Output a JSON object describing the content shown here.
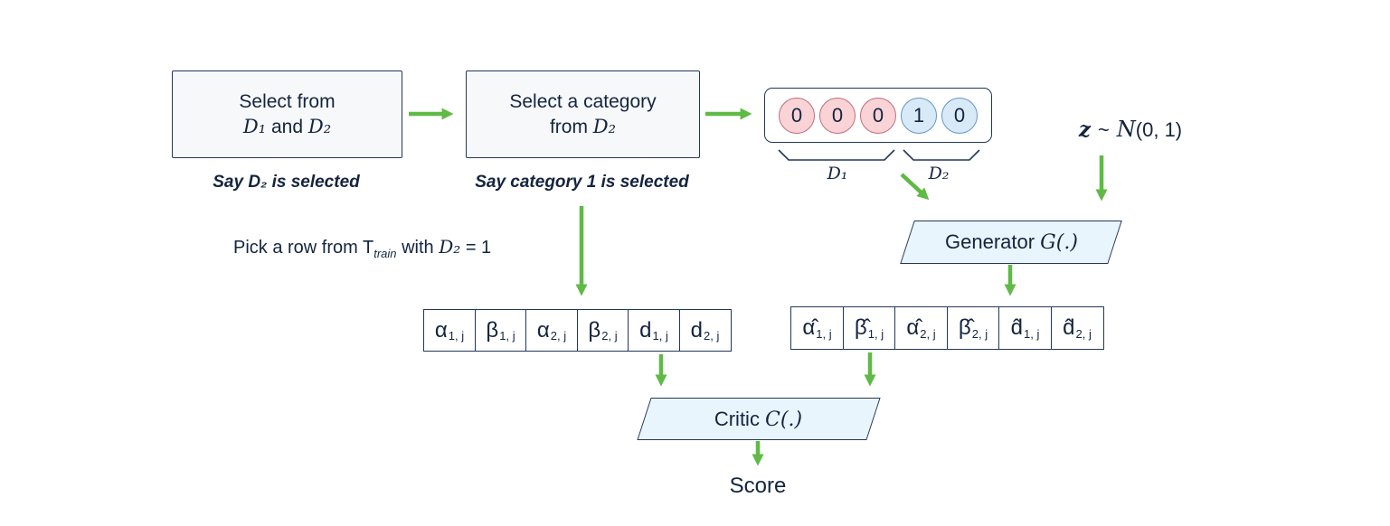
{
  "colors": {
    "arrow_green": "#5fba46",
    "outline_navy": "#23365c",
    "text_navy": "#14243f",
    "box_fill": "#f7f8f9",
    "pink_fill": "#f9d3d6",
    "pink_border": "#c06d7b",
    "blue_fill": "#d8eaf8",
    "blue_border": "#6496c4",
    "parallelogram_fill": "#e9f5fc"
  },
  "box_select_dataset": {
    "line1": "Select from",
    "line2_d1": "D₁",
    "line2_mid": " and ",
    "line2_d2": "D₂",
    "caption": "Say D₂ is selected"
  },
  "box_select_category": {
    "line1": "Select a category",
    "line2_pre": "from ",
    "line2_d2": "D₂",
    "caption": "Say category 1 is selected"
  },
  "cond_vector": {
    "cells": [
      {
        "value": "0",
        "group": "pink"
      },
      {
        "value": "0",
        "group": "pink"
      },
      {
        "value": "0",
        "group": "pink"
      },
      {
        "value": "1",
        "group": "blue"
      },
      {
        "value": "0",
        "group": "blue"
      }
    ],
    "group1_label": "D₁",
    "group2_label": "D₂"
  },
  "noise": {
    "z": "z",
    "tilde": "~",
    "dist": "N",
    "args": "(0, 1)"
  },
  "pick_row": {
    "pre": "Pick a row from T",
    "sub": "train",
    "mid": " with ",
    "var": "D₂",
    "eq": " = 1"
  },
  "generator": {
    "pre": "Generator ",
    "symbol": "G",
    "args": "(.)"
  },
  "critic": {
    "pre": "Critic ",
    "symbol": "C",
    "args": "(.)"
  },
  "real_row": {
    "cells": [
      {
        "base": "α",
        "sub": "1, j"
      },
      {
        "base": "β",
        "sub": "1, j"
      },
      {
        "base": "α",
        "sub": "2, j"
      },
      {
        "base": "β",
        "sub": "2, j"
      },
      {
        "base": "d",
        "sub": "1, j"
      },
      {
        "base": "d",
        "sub": "2, j"
      }
    ]
  },
  "generated_row": {
    "cells": [
      {
        "base": "α̂",
        "sub": "1, j"
      },
      {
        "base": "β̂",
        "sub": "1, j"
      },
      {
        "base": "α̂",
        "sub": "2, j"
      },
      {
        "base": "β̂",
        "sub": "2, j"
      },
      {
        "base": "d̂",
        "sub": "1, j"
      },
      {
        "base": "d̂",
        "sub": "2, j"
      }
    ]
  },
  "score_label": "Score"
}
